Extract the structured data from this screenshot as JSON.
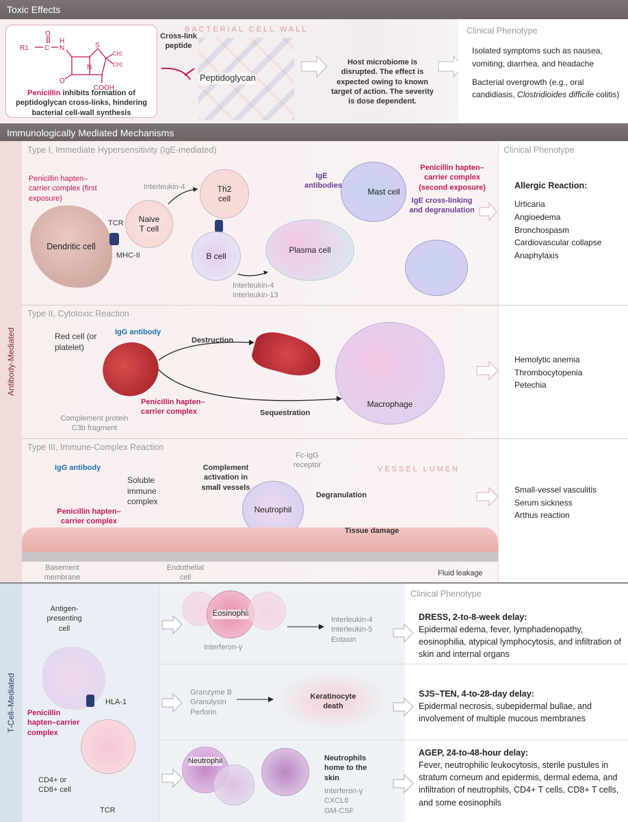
{
  "toxic": {
    "header": "Toxic Effects",
    "penicillin_box": {
      "structure": {
        "r1": "R1",
        "c": "C",
        "o": "O",
        "h": "H",
        "n": "N",
        "s": "S",
        "ch3a": "CH3",
        "ch3b": "CH3",
        "cooh": "COOH",
        "n2": "N",
        "o2": "O"
      },
      "word": "Penicillin",
      "text": " inhibits formation of peptidoglycan cross-links, hindering bacterial cell-wall synthesis"
    },
    "cross_link": "Cross-link peptide",
    "cell_wall": "BACTERIAL CELL WALL",
    "peptidoglycan": "Peptidoglycan",
    "microbiome": "Host microbiome is disrupted. The effect is expected owing to known target of action. The severity is dose dependent.",
    "clinical_title": "Clinical Phenotype",
    "phenotype1": "Isolated symptoms such as nausea, vomiting, diarrhea, and headache",
    "phenotype2a": "Bacterial overgrowth (e.g., oral candidiasis, ",
    "phenotype2b": "Clostridioides difficile",
    "phenotype2c": " colitis)"
  },
  "immuno": {
    "header": "Immunologically Mediated Mechanisms",
    "side_label": "Antibody-Mediated",
    "type1": {
      "title": "Type I, Immediate Hypersensitivity (IgE-mediated)",
      "hapten_first": "Penicillin hapten–carrier complex (first exposure)",
      "dendritic": "Dendritic cell",
      "tcr": "TCR",
      "mhc": "MHC-II",
      "naive": "Naive T cell",
      "il4": "Interleukin-4",
      "th2": "Th2 cell",
      "bcell": "B cell",
      "il4_13": "Interleukin-4\nInterleukin-13",
      "plasma": "Plasma cell",
      "ige": "IgE antibodies",
      "mast": "Mast cell",
      "hapten_second": "Penicillin hapten–carrier complex (second exposure)",
      "crosslink": "IgE cross-linking and degranulation",
      "clinical_title": "Clinical Phenotype",
      "allergic": "Allergic Reaction:",
      "items": [
        "Urticaria",
        "Angioedema",
        "Bronchospasm",
        "Cardiovascular collapse",
        "Anaphylaxis"
      ]
    },
    "type2": {
      "title": "Type II, Cytotoxic Reaction",
      "redcell": "Red cell (or platelet)",
      "igg": "IgG antibody",
      "hapten": "Penicillin hapten–carrier complex",
      "complement": "Complement protein C3b fragment",
      "destruction": "Destruction",
      "sequestration": "Sequestration",
      "macrophage": "Macrophage",
      "items": [
        "Hemolytic anemia",
        "Thrombocytopenia",
        "Petechia"
      ]
    },
    "type3": {
      "title": "Type III, Immune-Complex Reaction",
      "igg": "IgG antibody",
      "soluble": "Soluble immune complex",
      "hapten": "Penicillin hapten–carrier complex",
      "complement": "Complement activation in small vessels",
      "fc": "Fc-IgG receptor",
      "neutrophil": "Neutrophil",
      "degranulation": "Degranulation",
      "lumen": "VESSEL LUMEN",
      "tissue": "Tissue damage",
      "basement": "Basement membrane",
      "endothelial": "Endothelial cell",
      "fluid": "Fluid leakage",
      "items": [
        "Small-vessel vasculitis",
        "Serum sickness",
        "Arthus reaction"
      ]
    }
  },
  "tcell": {
    "side_label": "T-Cell–Mediated",
    "apc": "Antigen-presenting cell",
    "hla": "HLA-1",
    "hapten": "Penicillin hapten–carrier complex",
    "cd": "CD4+ or CD8+ cell",
    "tcr": "TCR",
    "clinical_title": "Clinical Phenotype",
    "dress": {
      "eos": "Eosinophil",
      "ifn": "Interferon-γ",
      "cytokines": "Interleukin-4\nInterleukin-5\nEotaxin",
      "title": "DRESS, 2-to-8-week delay:",
      "text": "Epidermal edema, fever, lymphadenopathy, eosinophilia, atypical lymphocytosis, and infiltration of skin and internal organs"
    },
    "sjs": {
      "mediators": "Granzyme B\nGranulysin\nPerforin",
      "kera": "Keratinocyte death",
      "title": "SJS–TEN, 4-to-28-day delay:",
      "text": "Epidermal necrosis, subepidermal bullae, and involvement of multiple mucous membranes"
    },
    "agep": {
      "neut": "Neutrophil",
      "home": "Neutrophils home to the skin",
      "cytokines": "Interferon-γ\nCXCL8\nGM-CSF",
      "title": "AGEP, 24-to-48-hour delay:",
      "text": "Fever, neutrophilic leukocytosis, sterile pustules in stratum corneum and epidermis, dermal edema, and infiltration of neutrophils, CD4+ T cells, CD8+ T cells, and some eosinophils"
    }
  },
  "colors": {
    "pink": "#c2185b",
    "purple": "#6a3d9a",
    "blue": "#1f6fb2",
    "bar": "#766c6e"
  }
}
